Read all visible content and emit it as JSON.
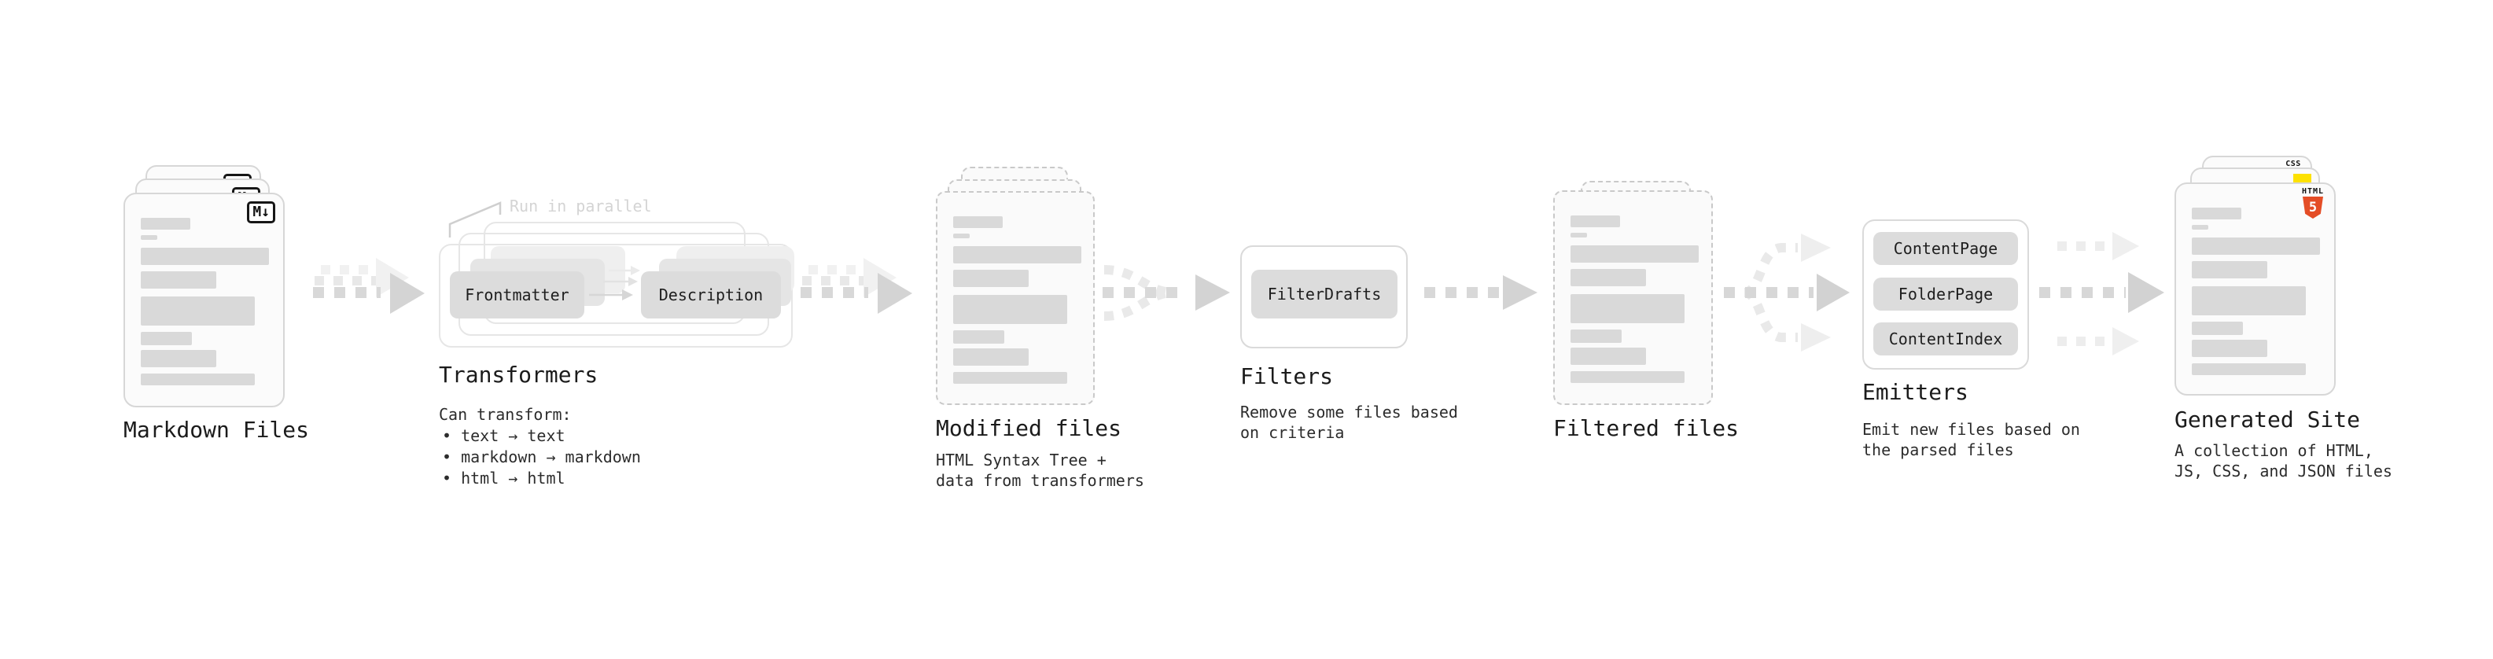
{
  "colors": {
    "ink": "#1f1f1f",
    "body_text": "#2c2c2c",
    "annotation_gray": "#d4d4d4",
    "placeholder_bar": "#d9d9d9",
    "pill_gray": "#dcdcdc",
    "card_background": "#fbfbfb",
    "card_border": "#d7d7d7",
    "dashed_border": "#c9c9c9",
    "arrow_dark": "#d5d5d5",
    "arrow_light": "#ececec",
    "html5_orange": "#e44d26",
    "js_yellow": "#fde101",
    "css_blue": "#2b6be8"
  },
  "markdown": {
    "label": "Markdown Files",
    "badge": "M↓"
  },
  "transformers": {
    "label": "Transformers",
    "annotation": "Run in parallel",
    "pill_left": "Frontmatter",
    "pill_right": "Description",
    "desc_title": "Can transform:",
    "bullets": [
      "• text → text",
      "• markdown → markdown",
      "• html → html"
    ]
  },
  "modified": {
    "label": "Modified files",
    "desc1": "HTML Syntax Tree +",
    "desc2": "data from transformers"
  },
  "filters": {
    "label": "Filters",
    "pill": "FilterDrafts",
    "desc1": "Remove some files based",
    "desc2": "on criteria"
  },
  "filtered": {
    "label": "Filtered files"
  },
  "emitters": {
    "label": "Emitters",
    "pills": [
      "ContentPage",
      "FolderPage",
      "ContentIndex"
    ],
    "desc1": "Emit new files based on",
    "desc2": "the parsed files"
  },
  "generated": {
    "label": "Generated Site",
    "badge_css": "CSS",
    "badge_html_text": "HTML",
    "badge_html_number": "5",
    "desc1": "A collection of HTML,",
    "desc2": "JS, CSS, and JSON files"
  },
  "doc_bars": [
    [
      63,
      15,
      30
    ],
    [
      21,
      6,
      7
    ],
    [
      163,
      22,
      10
    ],
    [
      96,
      22,
      8
    ],
    [
      145,
      37,
      10
    ],
    [
      65,
      17,
      8
    ],
    [
      96,
      22,
      6
    ],
    [
      145,
      15,
      8
    ]
  ]
}
